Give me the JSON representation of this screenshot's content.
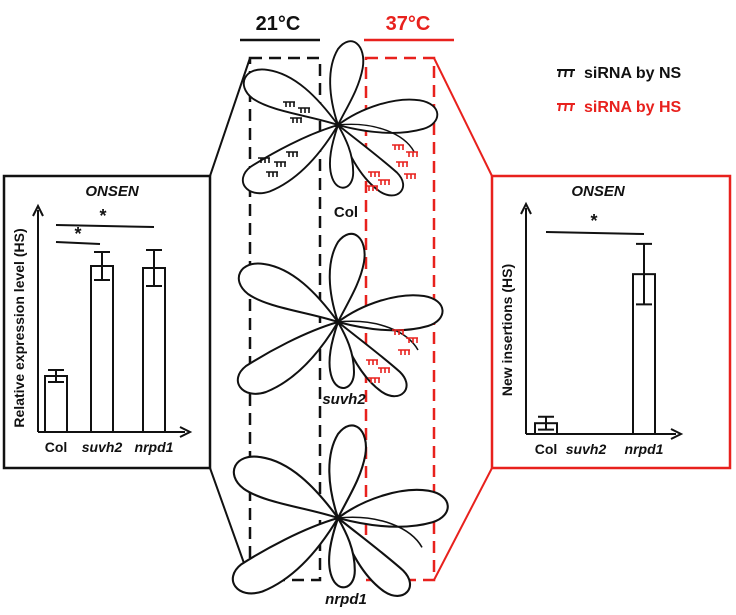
{
  "temperatures": {
    "control": "21°C",
    "heat": "37°C"
  },
  "legend": {
    "ns": "siRNA by NS",
    "hs": "siRNA by HS"
  },
  "plants": [
    "Col",
    "suvh2",
    "nrpd1"
  ],
  "colors": {
    "ns": "#000000",
    "hs": "#e8211d"
  },
  "left_chart": {
    "title": "ONSEN",
    "ylabel": "Relative expression level (HS)",
    "significance": [
      "*",
      "*"
    ]
  },
  "right_chart": {
    "title": "ONSEN",
    "ylabel": "New insertions (HS)",
    "significance": [
      "*"
    ]
  },
  "chart_data": [
    {
      "type": "bar",
      "title": "ONSEN",
      "ylabel": "Relative expression level (HS)",
      "categories": [
        "Col",
        "suvh2",
        "nrpd1"
      ],
      "values": [
        0.28,
        0.83,
        0.82
      ],
      "errors": [
        0.03,
        0.07,
        0.09
      ],
      "ylim": [
        0,
        1
      ]
    },
    {
      "type": "bar",
      "title": "ONSEN",
      "ylabel": "New insertions (HS)",
      "categories": [
        "Col",
        "suvh2",
        "nrpd1"
      ],
      "values": [
        0.05,
        0,
        0.74
      ],
      "errors": [
        0.03,
        0,
        0.14
      ],
      "ylim": [
        0,
        1
      ]
    }
  ]
}
